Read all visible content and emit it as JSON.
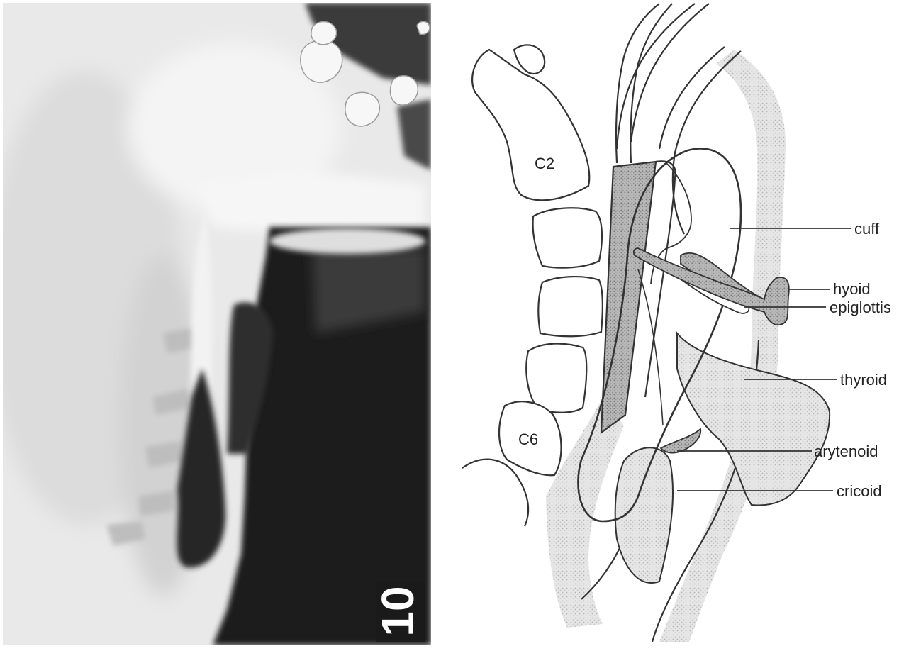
{
  "vertebrae": {
    "upper": "C2",
    "lower": "C6"
  },
  "labels": {
    "cuff": "cuff",
    "hyoid": "hyoid",
    "epiglottis": "epiglottis",
    "thyroid": "thyroid",
    "arytenoid": "arytenoid",
    "cricoid": "cricoid"
  },
  "radiograph_marker": "10"
}
